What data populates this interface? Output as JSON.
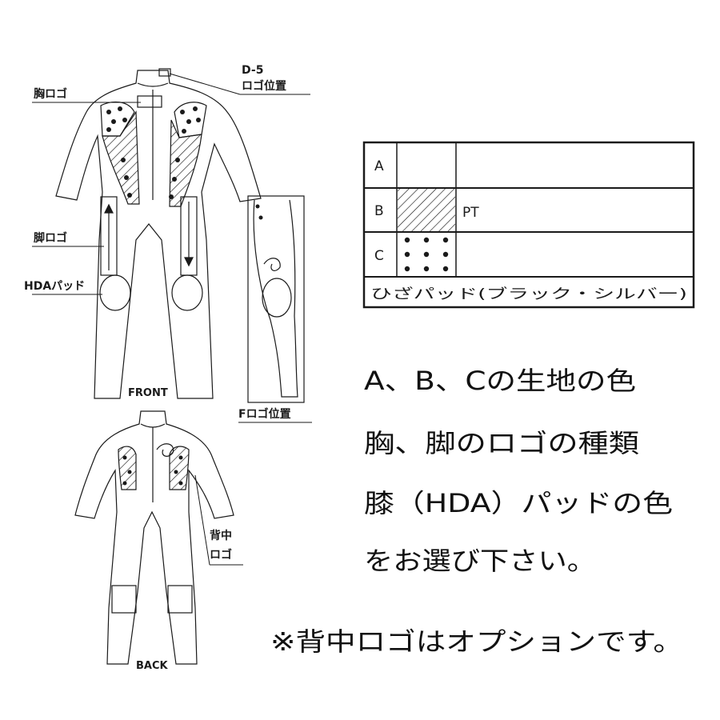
{
  "labels": {
    "chest_logo": "胸ロゴ",
    "d5_code": "D-5",
    "d5_position": "ロゴ位置",
    "leg_logo": "脚ロゴ",
    "hda_pad": "HDAパッド",
    "front": "FRONT",
    "f_logo_position": "Fロゴ位置",
    "back_logo_line1": "背中",
    "back_logo_line2": "ロゴ",
    "back": "BACK"
  },
  "legend": {
    "rows": [
      {
        "key": "A",
        "pattern": "none",
        "text": ""
      },
      {
        "key": "B",
        "pattern": "hatch",
        "text": "PT"
      },
      {
        "key": "C",
        "pattern": "dots",
        "text": ""
      }
    ],
    "footer": "ひざパッド(ブラック・シルバー)"
  },
  "instructions": [
    "A、B、Cの生地の色",
    "胸、脚のロゴの種類",
    "膝（HDA）パッドの色",
    "をお選び下さい。"
  ],
  "note": "※背中ロゴはオプションです。",
  "colors": {
    "ink": "#1a1a1a",
    "background": "#ffffff"
  }
}
